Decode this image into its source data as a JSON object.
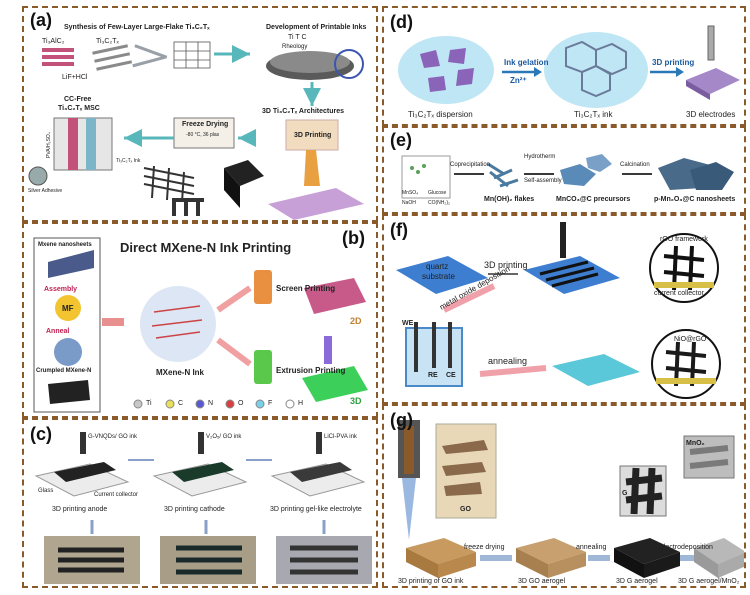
{
  "panels": {
    "a": {
      "label": "(a)",
      "synthesis_title": "Synthesis of Few-Layer Large-Flake Ti₃C₂Tₓ",
      "ink_title": "Development of Printable Inks",
      "ti3alc2": "Ti₃AlC₂",
      "ti3c2tx": "Ti₃C₂Tₓ",
      "etchant": "LiF+HCl",
      "rheology": "Rheology",
      "atoms": "Ti T C",
      "msc_title_1": "CC-Free",
      "msc_title_2": "Ti₃C₂Tₓ MSC",
      "freeze_drying": "Freeze Drying",
      "freeze_note": "-80 °C, 36 plas",
      "arch_title": "3D Ti₃C₂Tₓ Architectures",
      "printing": "3D Printing",
      "side_labels": [
        "PVA/H₂SO₄",
        "Silver Adhesive",
        "Ti₃C₂Tₓ Ink"
      ]
    },
    "b": {
      "label": "(b)",
      "title": "Direct MXene-N Ink Printing",
      "mxene_nanosheets": "Mxene nanosheets",
      "assembly": "Assembly",
      "mf": "MF",
      "anneal": "Anneal",
      "crumpled": "Crumpled MXene-N",
      "ink": "MXene-N Ink",
      "screen": "Screen Printing",
      "extrusion": "Extrusion Printing",
      "badge_2d": "2D",
      "badge_3d": "3D",
      "legend": [
        {
          "sym": "Ti",
          "color": "#c8c8c8"
        },
        {
          "sym": "C",
          "color": "#e8e05a"
        },
        {
          "sym": "N",
          "color": "#5a5ad0"
        },
        {
          "sym": "O",
          "color": "#d94040"
        },
        {
          "sym": "F",
          "color": "#7ad0e8"
        },
        {
          "sym": "H",
          "color": "#ffffff"
        }
      ]
    },
    "c": {
      "label": "(c)",
      "ink1": "G-VNQDs/ GO ink",
      "ink2": "V₂O₅/ GO ink",
      "ink3": "LiCl-PVA ink",
      "glass": "Glass",
      "collector": "Current collector",
      "step1": "3D printing anode",
      "step2": "3D printing cathode",
      "step3": "3D printing gel-like electrolyte"
    },
    "d": {
      "label": "(d)",
      "dispersion": "Ti₃C₂Tₓ dispersion",
      "gelation": "Ink gelation",
      "zn": "Zn²⁺",
      "ink": "Ti₃C₂Tₓ ink",
      "printing": "3D printing",
      "electrodes": "3D electrodes"
    },
    "e": {
      "label": "(e)",
      "coprecipitation": "Coprecipitation",
      "hydrotherm": "Hydrotherm",
      "self_assembly": "Self-assembly",
      "calcination": "Calcination",
      "flakes": "Mn(OH)₂ flakes",
      "precursors": "MnCO₃@C precursors",
      "nanosheets": "p-Mn₂O₃@C nanosheets",
      "legend": [
        "MnSO₄",
        "Glucose",
        "NaOH",
        "CO(NH₂)₂"
      ]
    },
    "f": {
      "label": "(f)",
      "substrate_1": "quartz",
      "substrate_2": "substrate",
      "printing": "3D printing",
      "framework": "rGO framework",
      "collector": "current collector",
      "deposition": "metal oxide deposition",
      "we": "WE",
      "re": "RE",
      "ce": "CE",
      "annealing": "annealing",
      "nio": "NiO@rGO"
    },
    "g": {
      "label": "(g)",
      "go_tag": "GO",
      "g_tag": "G",
      "mno2_tag": "MnO₂",
      "freeze": "freeze drying",
      "annealing": "annealing",
      "electrodeposition": "electrodeposition",
      "s1": "3D printing of GO ink",
      "s2": "3D GO aerogel",
      "s3": "3D G aerogel",
      "s4": "3D G aerogel/MnO₂"
    }
  }
}
